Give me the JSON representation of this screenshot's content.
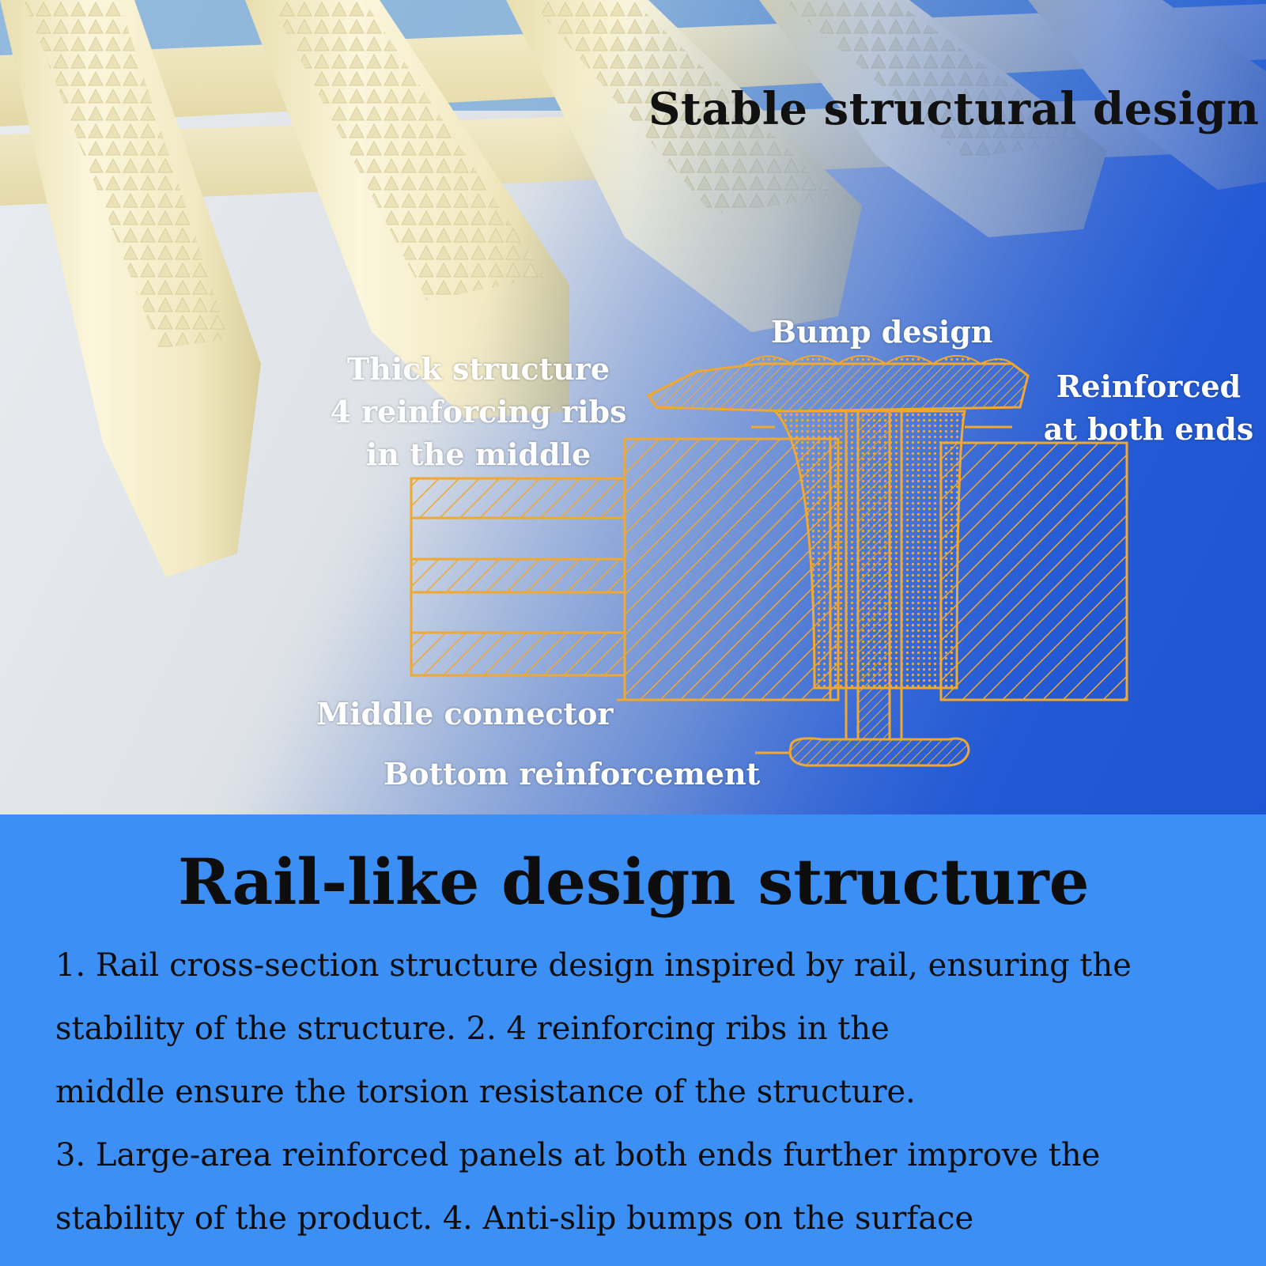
{
  "hero": {
    "title": "Stable structural design",
    "callouts": {
      "thick_line1": "Thick structure",
      "thick_line2": "4 reinforcing ribs",
      "thick_line3": "in the middle",
      "bump": "Bump design",
      "reinforced_line1": "Reinforced",
      "reinforced_line2": "at both ends",
      "middle_connector": "Middle connector",
      "bottom_reinforcement": "Bottom reinforcement"
    }
  },
  "info": {
    "title": "Rail-like design structure",
    "lines": [
      "1. Rail cross-section structure design inspired by rail, ensuring the",
      "stability of the structure. 2. 4 reinforcing ribs in the",
      "middle ensure the torsion resistance of the structure.",
      "3. Large-area reinforced panels at both ends further improve the",
      "stability of the product. 4. Anti-slip bumps on the surface"
    ]
  },
  "colors": {
    "diagram_line": "#f0a830",
    "info_background": "#3b8ff5",
    "photo_plastic": "#f3ecc8"
  }
}
